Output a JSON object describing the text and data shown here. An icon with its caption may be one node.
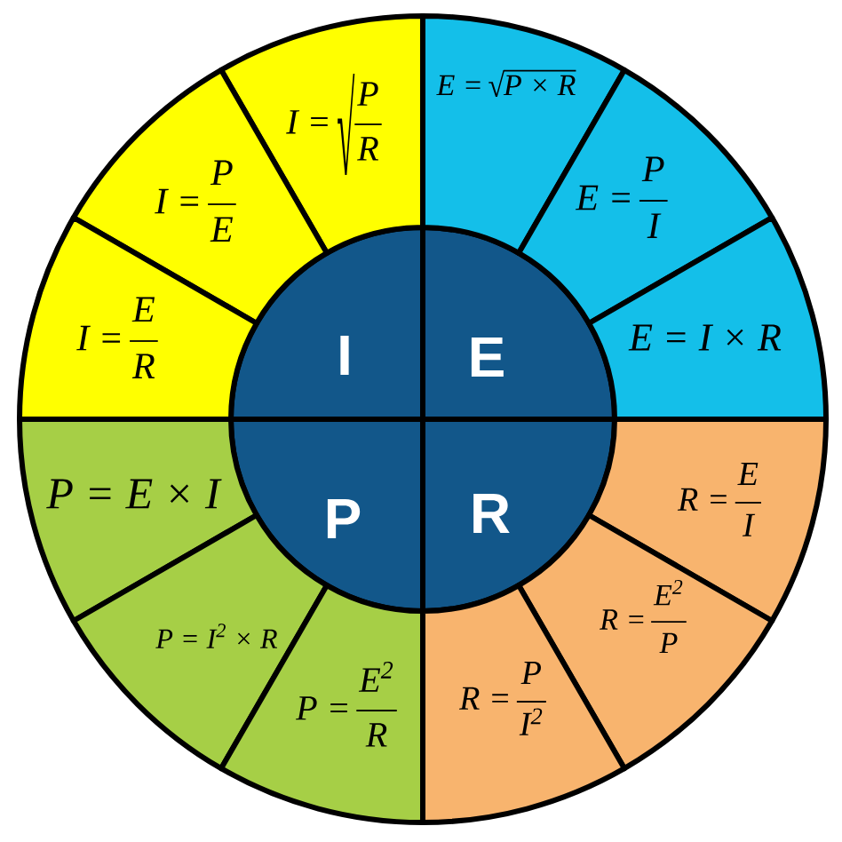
{
  "diagram": {
    "nodes": [
      {
        "text": [
          "I"
        ]
      },
      {
        "text": [
          "E"
        ]
      },
      {
        "text": [
          "P"
        ]
      },
      {
        "text": [
          "R"
        ]
      },
      {
        "text": [
          "I =",
          "√",
          "P",
          "R"
        ]
      },
      {
        "text": [
          "I =",
          "P",
          "E"
        ]
      },
      {
        "text": [
          "I =",
          "E",
          "R"
        ]
      },
      {
        "text": [
          "E =",
          "√",
          "P × R"
        ]
      },
      {
        "text": [
          "E =",
          "P",
          "I"
        ]
      },
      {
        "text": [
          "E = I × R"
        ]
      },
      {
        "text": [
          "P = E × I"
        ]
      },
      {
        "text": [
          "P = I$^{2}$ × R"
        ]
      },
      {
        "text": [
          "P =",
          "E$^{2}$",
          "R"
        ]
      },
      {
        "text": [
          "R =",
          "E",
          "I"
        ]
      },
      {
        "text": [
          "R =",
          "E$^{2}$",
          "P"
        ]
      },
      {
        "text": [
          "R =",
          "P",
          "I$^{2}$"
        ]
      }
    ]
  }
}
